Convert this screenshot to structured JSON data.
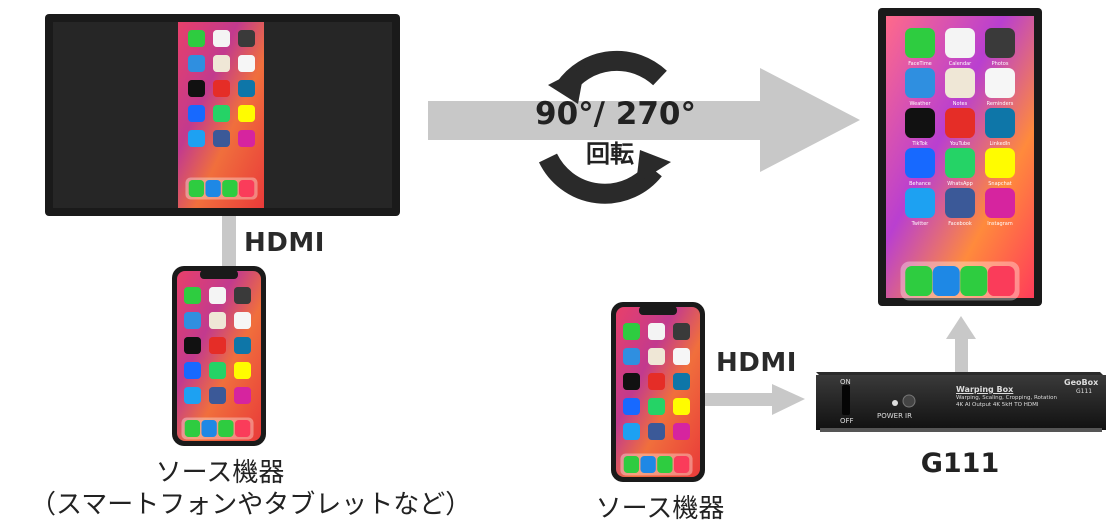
{
  "labels": {
    "hdmi_left": "HDMI",
    "hdmi_right": "HDMI",
    "rotation_angle": "90°/ 270°",
    "rotation_word": "回転",
    "source_left_line1": "ソース機器",
    "source_left_line2": "（スマートフォンやタブレットなど）",
    "source_right": "ソース機器",
    "device_name": "G111"
  },
  "box": {
    "brand": "GeoBox",
    "model": "G111",
    "product": "Warping Box",
    "desc1": "Warping, Scaling, Cropping, Rotation",
    "desc2": "4K AI Output 4K 5kH TO HDMI",
    "on": "ON",
    "off": "OFF",
    "power": "POWER",
    "ir": "IR"
  },
  "apps": [
    {
      "name": "FaceTime",
      "icon": "facetime-icon",
      "color": "#2ecc40"
    },
    {
      "name": "Calendar",
      "icon": "calendar-icon",
      "color": "#f4f4f4"
    },
    {
      "name": "Photos",
      "icon": "camera-icon",
      "color": "#3a3a3a"
    },
    {
      "name": "Weather",
      "icon": "weather-icon",
      "color": "#2f8fe0"
    },
    {
      "name": "Notes",
      "icon": "notes-icon",
      "color": "#efe7d6"
    },
    {
      "name": "Reminders",
      "icon": "reminders-icon",
      "color": "#f6f6f6"
    },
    {
      "name": "TikTok",
      "icon": "tiktok-icon",
      "color": "#111111"
    },
    {
      "name": "YouTube",
      "icon": "youtube-icon",
      "color": "#e52d27"
    },
    {
      "name": "LinkedIn",
      "icon": "linkedin-icon",
      "color": "#0e76a8"
    },
    {
      "name": "Behance",
      "icon": "behance-icon",
      "color": "#1769ff"
    },
    {
      "name": "WhatsApp",
      "icon": "whatsapp-icon",
      "color": "#25d366"
    },
    {
      "name": "Snapchat",
      "icon": "snapchat-icon",
      "color": "#fffc00"
    },
    {
      "name": "Twitter",
      "icon": "twitter-icon",
      "color": "#1da1f2"
    },
    {
      "name": "Facebook",
      "icon": "facebook-icon",
      "color": "#3b5998"
    },
    {
      "name": "Instagram",
      "icon": "instagram-icon",
      "color": "#d6249f"
    }
  ],
  "dock": [
    {
      "icon": "phone-icon",
      "color": "#2ecc40"
    },
    {
      "icon": "safari-icon",
      "color": "#1e88e5"
    },
    {
      "icon": "messages-icon",
      "color": "#2ecc40"
    },
    {
      "icon": "music-icon",
      "color": "#fa3c5a"
    }
  ],
  "colors": {
    "arrow": "#c8c8c8",
    "bezel": "#1a1a1a",
    "screen_dark": "#262626"
  }
}
